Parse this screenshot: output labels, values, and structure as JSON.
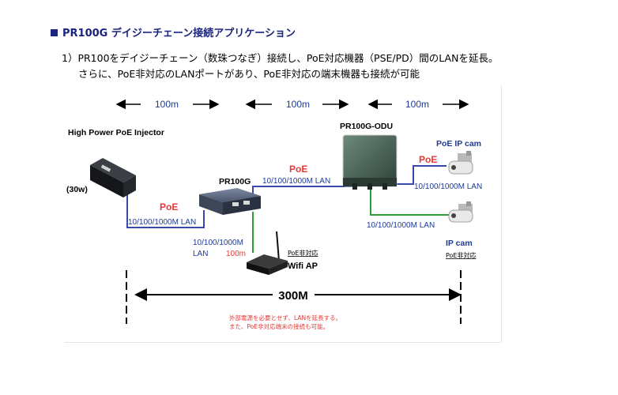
{
  "header": {
    "title": "PR100G デイジーチェーン接続アプリケーション",
    "description_line1": "1）PR100をデイジーチェーン（数珠つなぎ）接続し、PoE対応機器（PSE/PD）間のLANを延長。",
    "description_line2": "さらに、PoE非対応のLANポートがあり、PoE非対応の端末機器も接続が可能"
  },
  "diagram": {
    "distance_labels": [
      "100m",
      "100m",
      "100m"
    ],
    "injector_label": "High Power PoE Injector",
    "injector_watt": "(30w)",
    "pr100g_label": "PR100G",
    "odu_label": "PR100G-ODU",
    "poe_ip_cam_label": "PoE IP cam",
    "ip_cam_label": "IP cam",
    "ip_cam_sub": "PoE非対応",
    "wifi_ap_label": "Wifi AP",
    "wifi_ap_sub": "PoE非対応",
    "poe_tag": "PoE",
    "lan_speed": "10/100/1000M LAN",
    "lan_speed_short": "10/100/1000M",
    "lan_word": "LAN",
    "branch_distance": "100m",
    "total_distance": "300M",
    "note_line1": "外部電源を必要とせず、LANを延長する。",
    "note_line2": "また、PoE非対応端末の接続も可能。"
  },
  "colors": {
    "title_blue": "#1a237e",
    "poe_red": "#e53935",
    "poe_cable_blue": "#3949ab",
    "lan_cable_green": "#2e9d3a",
    "text_blue": "#1f3a93"
  }
}
